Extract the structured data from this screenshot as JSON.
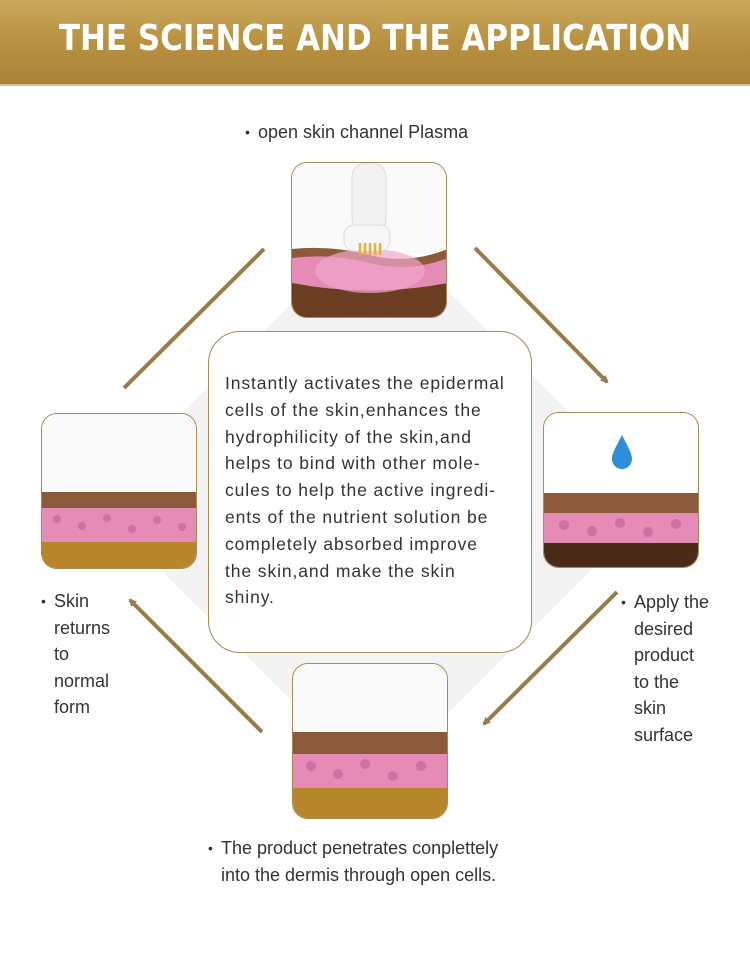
{
  "header": {
    "title": "THE SCIENCE AND THE APPLICATION"
  },
  "colors": {
    "gold": "#b8913f",
    "border": "#a88a52",
    "arrow": "#9a7a48",
    "skin_pink": "#e58bb5",
    "droplet": "#2f8ed8"
  },
  "steps": [
    {
      "position": "top",
      "label": "open skin channel Plasma",
      "image": "plasma-device-on-skin",
      "bullet": "•"
    },
    {
      "position": "right",
      "label_lines": [
        "Apply the",
        "desired",
        "product",
        "to the",
        "skin",
        "surface"
      ],
      "image": "droplet-on-skin",
      "bullet": "•"
    },
    {
      "position": "bottom",
      "label_lines": [
        "The product penetrates conplettely",
        "into the dermis through open cells."
      ],
      "image": "skin-cross-section-penetration",
      "bullet": "•"
    },
    {
      "position": "left",
      "label_lines": [
        "Skin",
        "returns",
        "to",
        "normal",
        "form"
      ],
      "image": "normal-skin-cross-section",
      "bullet": "•"
    }
  ],
  "center": {
    "lines": [
      "Instantly activates the epidermal",
      "cells of the skin,enhances the",
      "hydrophilicity of the skin,and",
      "helps to bind with other mole-",
      "cules to help the active ingredi-",
      "ents of the nutrient solution be",
      "completely absorbed improve",
      "the skin,and make the skin",
      "shiny."
    ]
  }
}
